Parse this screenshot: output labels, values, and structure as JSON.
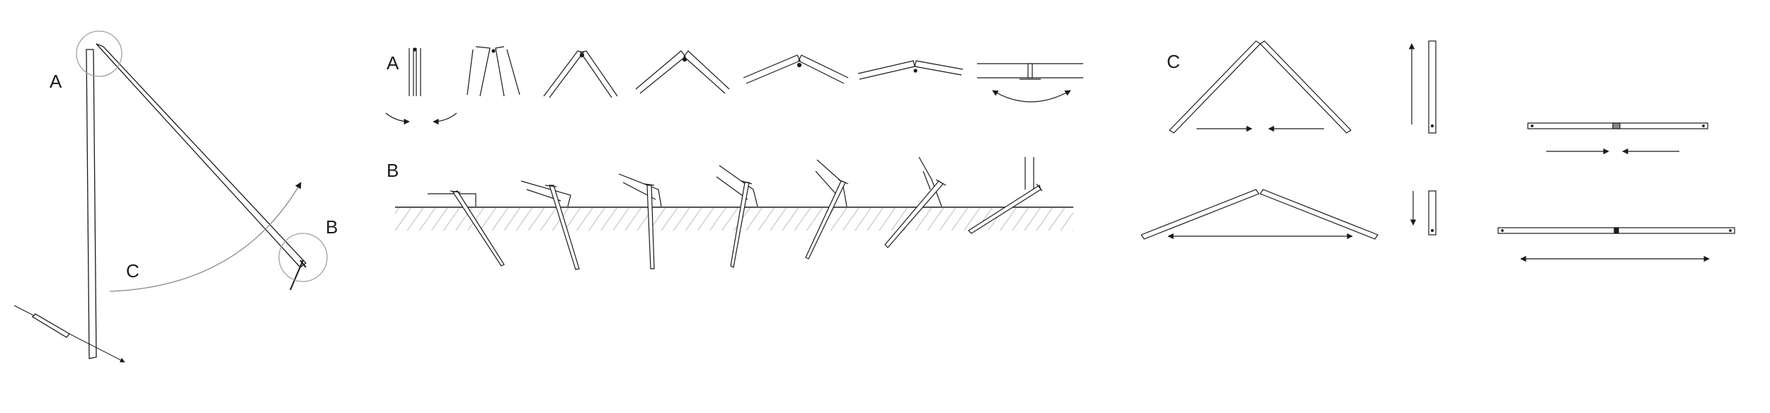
{
  "labels": {
    "overview_a": "A",
    "overview_b": "B",
    "overview_c": "C",
    "row_a": "A",
    "row_b": "B",
    "section_c": "C"
  },
  "colors": {
    "ink": "#1a1a1a",
    "detail_circle": "#a0a0a0",
    "background": "#ffffff"
  },
  "sequences": {
    "hinge_steps": 7,
    "stake_steps": 7
  }
}
